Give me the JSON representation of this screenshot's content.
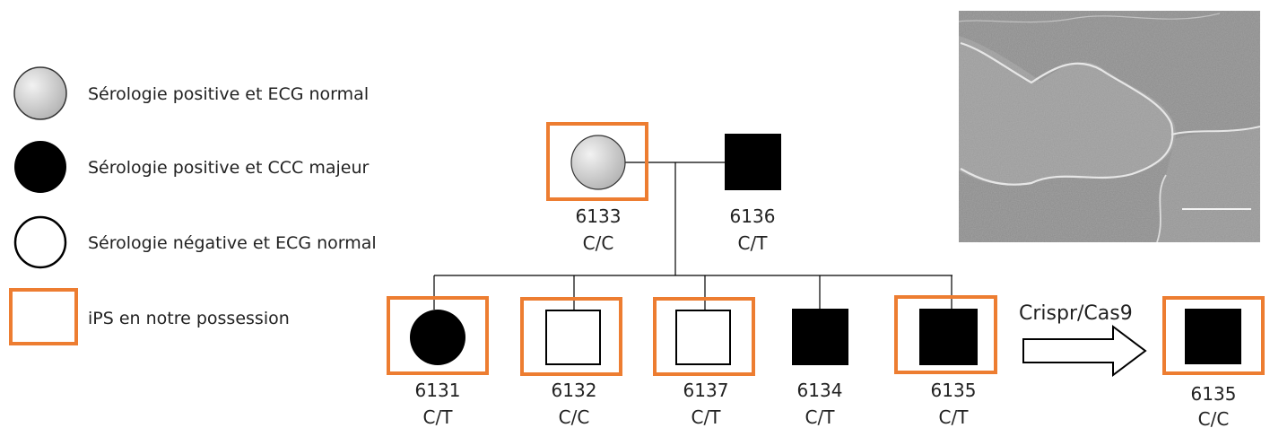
{
  "legend": [
    {
      "symbol": "circle-gray",
      "label": "Sérologie positive et ECG normal"
    },
    {
      "symbol": "circle-black",
      "label": "Sérologie positive et CCC majeur"
    },
    {
      "symbol": "circle-white",
      "label": "Sérologie négative et ECG normal"
    },
    {
      "symbol": "orange-box",
      "label": "iPS en notre possession"
    }
  ],
  "colors": {
    "ips_box": "#ED7D31",
    "affected": "#000000",
    "seropositive_normal": "#C8C8C8",
    "line": "#000000"
  },
  "parents": [
    {
      "id": "6133",
      "genotype": "C/C",
      "sex": "female",
      "status": "seropositive-normal",
      "ips": true
    },
    {
      "id": "6136",
      "genotype": "C/T",
      "sex": "male",
      "status": "affected",
      "ips": false
    }
  ],
  "children": [
    {
      "id": "6131",
      "genotype": "C/T",
      "sex": "female",
      "status": "affected",
      "ips": true
    },
    {
      "id": "6132",
      "genotype": "C/C",
      "sex": "male",
      "status": "seronegative-normal",
      "ips": true
    },
    {
      "id": "6137",
      "genotype": "C/T",
      "sex": "male",
      "status": "seronegative-normal",
      "ips": true
    },
    {
      "id": "6134",
      "genotype": "C/T",
      "sex": "male",
      "status": "affected",
      "ips": false
    },
    {
      "id": "6135",
      "genotype": "C/T",
      "sex": "male",
      "status": "affected",
      "ips": true
    }
  ],
  "edited": {
    "arrow_label": "Crispr/Cas9",
    "id": "6135",
    "genotype": "C/C",
    "sex": "male",
    "status": "affected",
    "ips": true
  },
  "micrograph": {
    "kind": "ips-colony-micrograph",
    "has_scale_bar": true
  }
}
